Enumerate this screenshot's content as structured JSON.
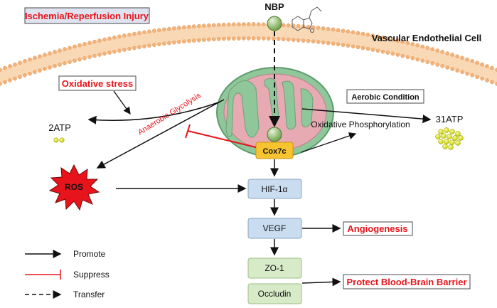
{
  "labels": {
    "ischemia": "Ischemia/Reperfusion Injury",
    "nbp": "NBP",
    "vascular_cell": "Vascular Endothelial Cell",
    "oxidative_stress": "Oxidative stress",
    "aerobic_condition": "Aerobic Condition",
    "anaerobic_glycolysis": "Anaerobic Glycolysis",
    "atp_low": "2ATP",
    "atp_high": "31ATP",
    "oxidative_phosphorylation": "Oxidative Phosphorylation",
    "cox7c": "Cox7c",
    "ros": "ROS",
    "hif": "HIF-1α",
    "vegf": "VEGF",
    "zo1": "ZO-1",
    "occludin": "Occludin",
    "angiogenesis": "Angiogenesis",
    "protect_bbb": "Protect Blood-Brain Barrier"
  },
  "legend": [
    {
      "style": "solid",
      "label": "Promote"
    },
    {
      "style": "suppress",
      "label": "Suppress"
    },
    {
      "style": "dashed",
      "label": "Transfer"
    }
  ],
  "colors": {
    "membrane_fill": "#f8d1a8",
    "membrane_head": "#f3b27a",
    "mito_outer": "#7fbf8f",
    "mito_inner": "#e6a3ad",
    "node_blue": "#c9dcf0",
    "node_green": "#d7ebc8",
    "cox_yellow": "#f7c431",
    "red": "#e8141b"
  }
}
